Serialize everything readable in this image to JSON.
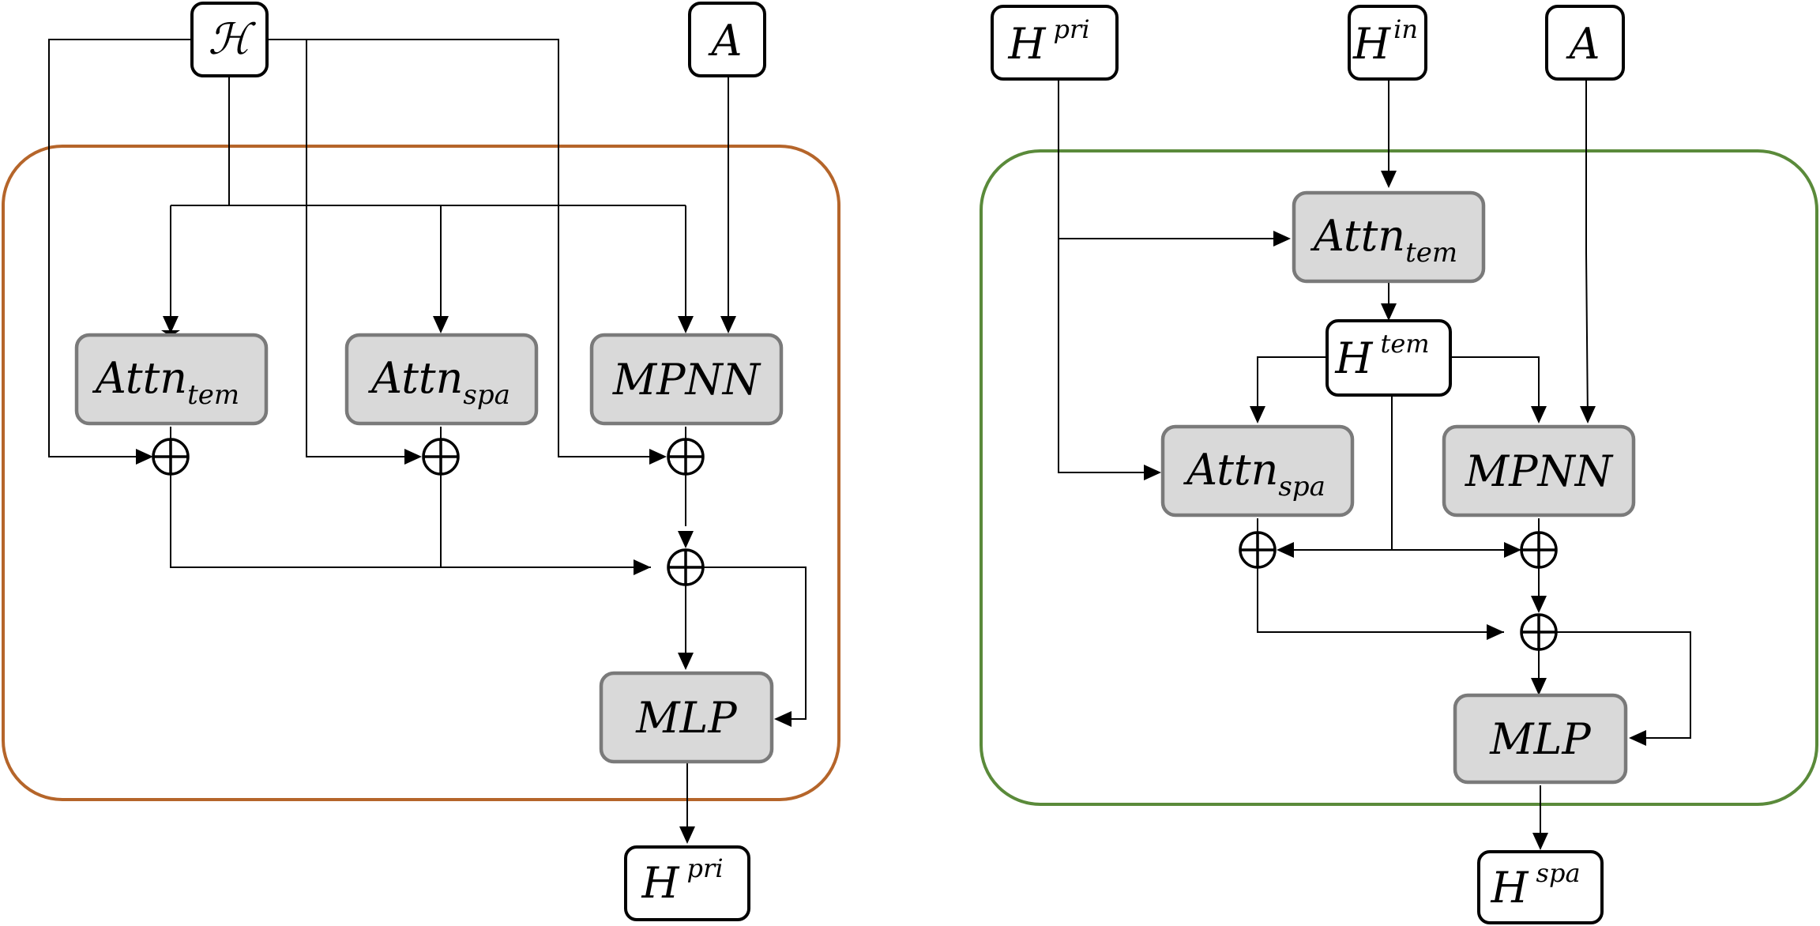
{
  "left_panel": {
    "frame_color": "#b5652a",
    "input_h": "ℋ",
    "input_a": "A",
    "attn_tem": {
      "base": "Attn",
      "sub": "tem"
    },
    "attn_spa": {
      "base": "Attn",
      "sub": "spa"
    },
    "mpnn": "MPNN",
    "mlp": "MLP",
    "output": {
      "base": "H",
      "sup": "pri"
    }
  },
  "right_panel": {
    "frame_color": "#5a8a3a",
    "input_hpri": {
      "base": "H",
      "sup": "pri"
    },
    "input_hin": {
      "base": "H",
      "sup": "in"
    },
    "input_a": "A",
    "attn_tem": {
      "base": "Attn",
      "sub": "tem"
    },
    "htem": {
      "base": "H",
      "sup": "tem"
    },
    "attn_spa": {
      "base": "Attn",
      "sub": "spa"
    },
    "mpnn": "MPNN",
    "mlp": "MLP",
    "output": {
      "base": "H",
      "sup": "spa"
    }
  },
  "colors": {
    "op_fill": "#d9d9d9",
    "op_stroke": "#7a7a7a",
    "line": "#000000"
  }
}
